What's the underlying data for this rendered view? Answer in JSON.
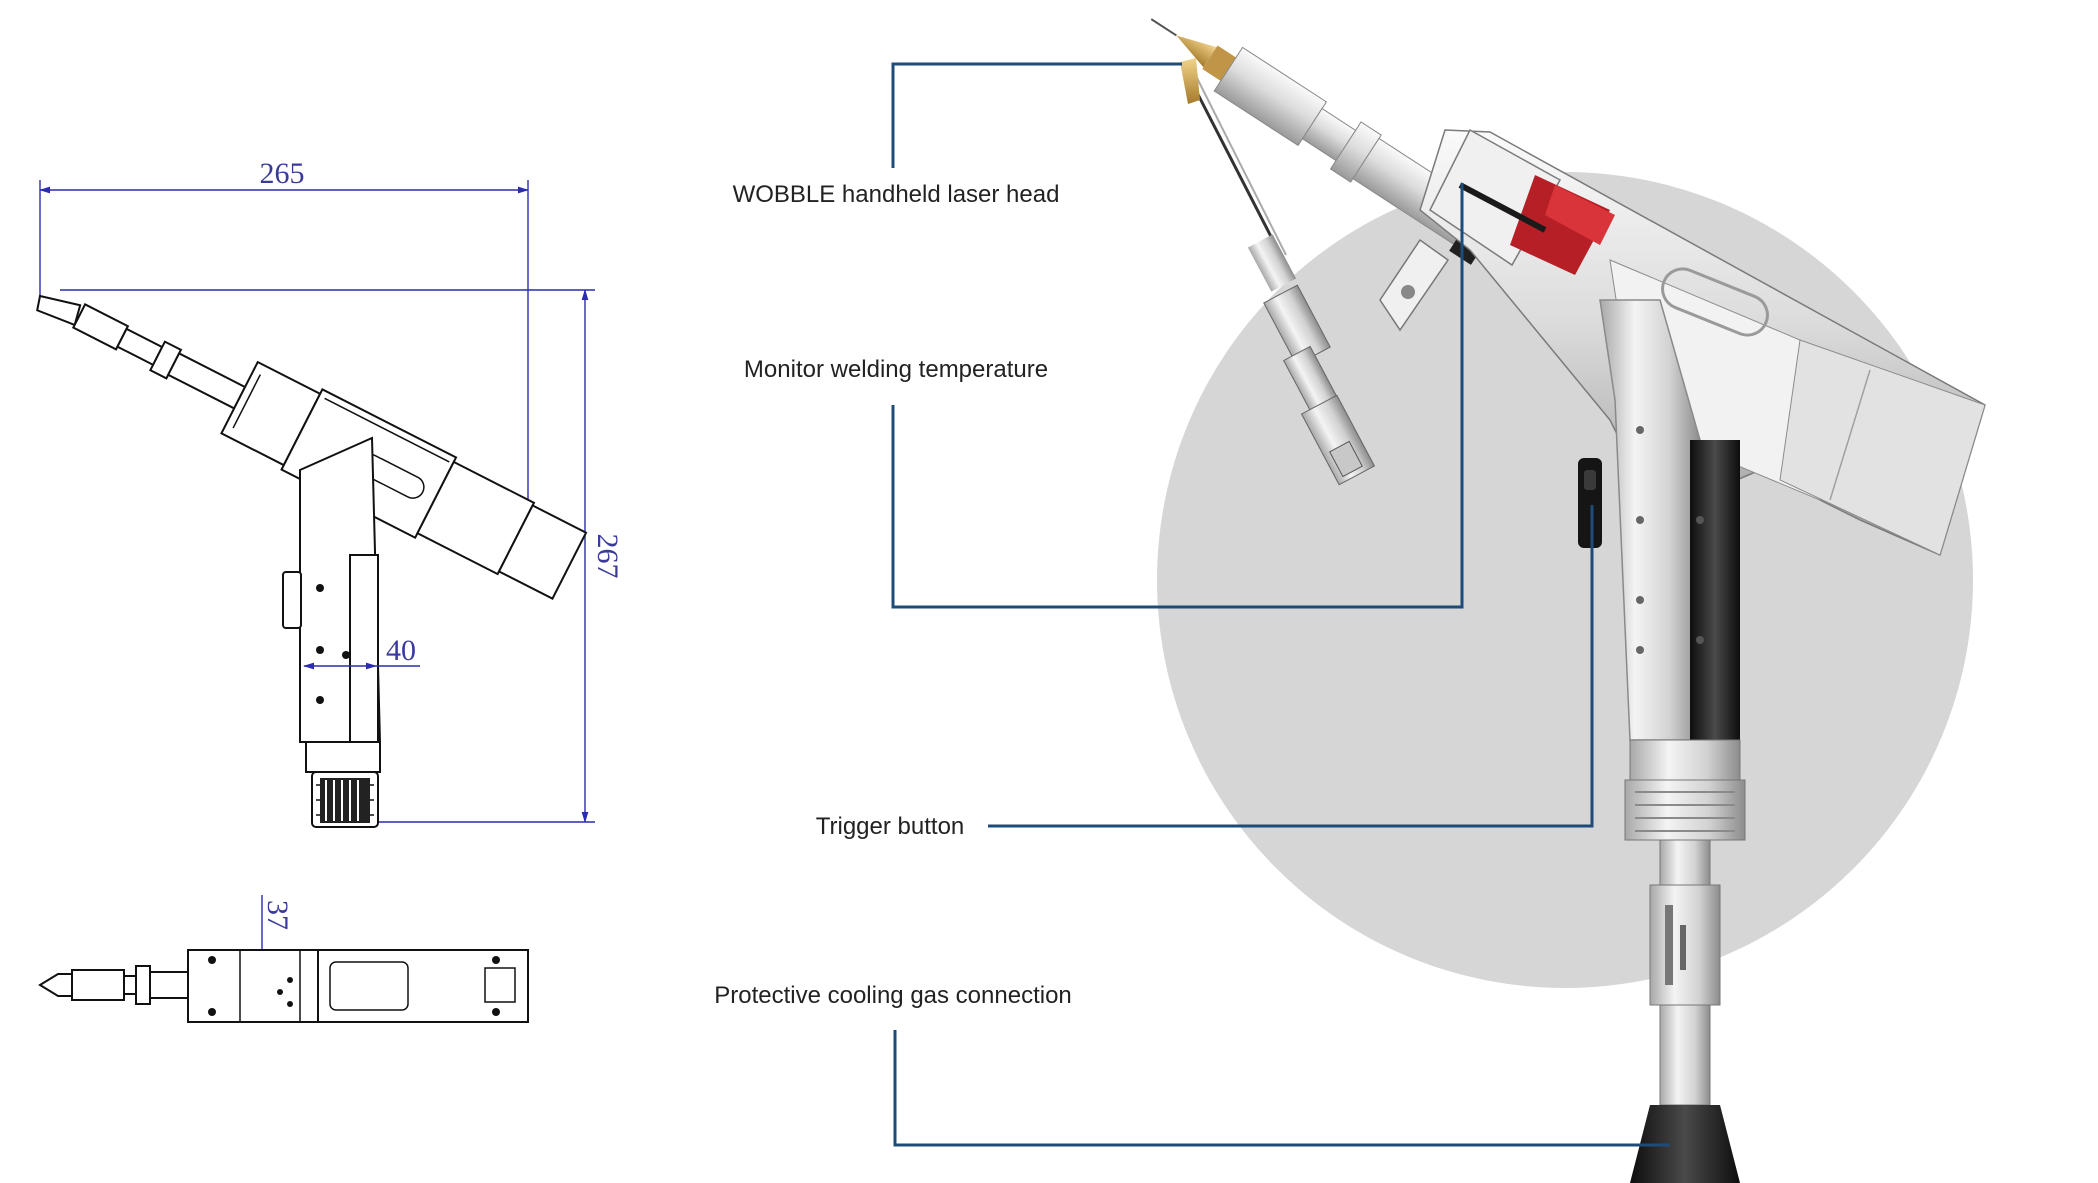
{
  "colors": {
    "dimension": "#2b2bb0",
    "leader": "#1e4b78",
    "backdrop_circle": "#d6d6d6",
    "metal_light": "#e8e8e8",
    "metal_dark": "#8a8a8a",
    "red_window": "#c0282d",
    "brass_nozzle": "#c9a14a",
    "cable_black": "#1a1a1a"
  },
  "drawing": {
    "dimensions": {
      "width": "265",
      "height": "267",
      "grip_width": "40",
      "top_view_width": "37"
    }
  },
  "callouts": {
    "laser_head": "WOBBLE handheld laser head",
    "temperature": "Monitor welding temperature",
    "trigger": "Trigger button",
    "cooling_gas": "Protective cooling gas connection"
  },
  "icons": {
    "side_view": "laser-gun-side-view-drawing",
    "top_view": "laser-gun-top-view-drawing",
    "product": "handheld-laser-welding-head"
  }
}
